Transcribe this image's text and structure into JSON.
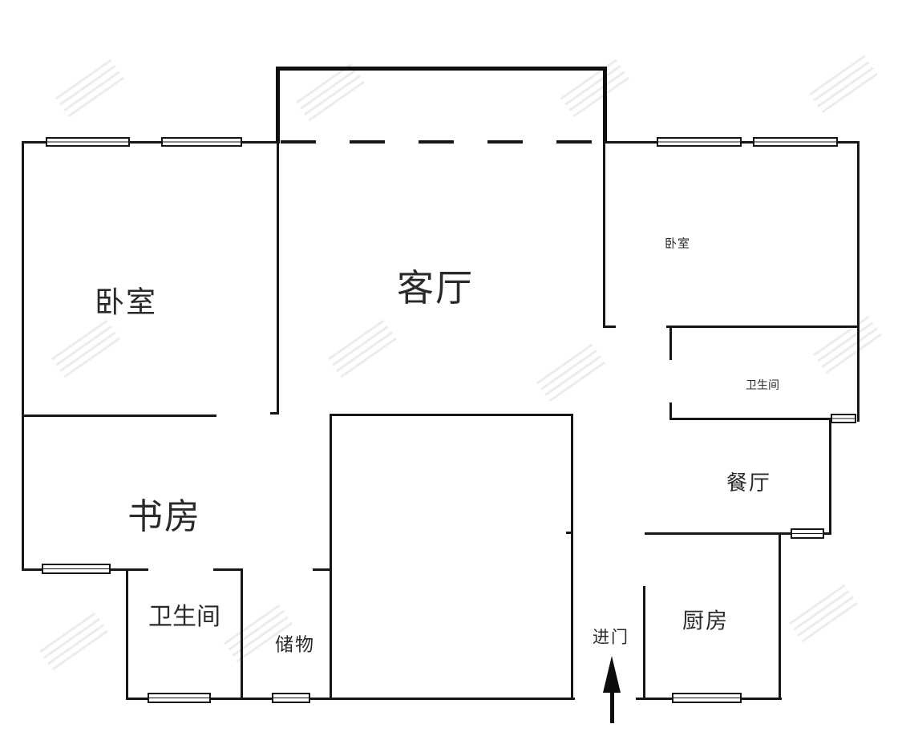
{
  "plan": {
    "rooms": {
      "bedroom_left": {
        "label": "卧室"
      },
      "living_room": {
        "label": "客厅"
      },
      "bedroom_right": {
        "label": "卧室"
      },
      "bathroom_right": {
        "label": "卫生间"
      },
      "dining_room": {
        "label": "餐厅"
      },
      "study": {
        "label": "书房"
      },
      "bathroom_left": {
        "label": "卫生间"
      },
      "storage": {
        "label": "储物"
      },
      "kitchen": {
        "label": "厨房"
      }
    },
    "entrance": {
      "label": "进门",
      "arrow_direction": "up"
    },
    "colors": {
      "wall": "#161616",
      "text": "#2a2a2a",
      "background": "#ffffff"
    }
  }
}
